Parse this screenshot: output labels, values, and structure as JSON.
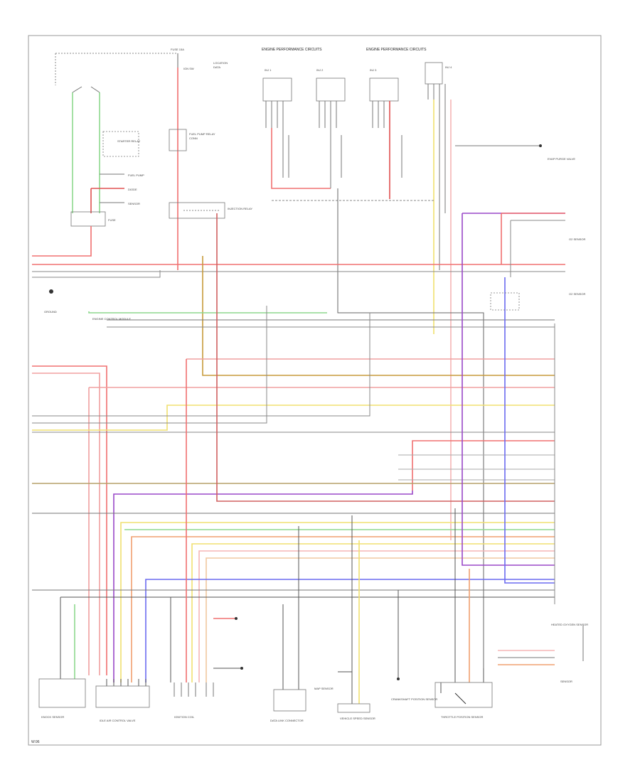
{
  "diagram": {
    "header_left": "ENGINE PERFORMANCE CIRCUITS",
    "header_right": "ENGINE PERFORMANCE CIRCUITS",
    "footer_ref": "W:96",
    "components": {
      "fuse_top": "FUSE 15A",
      "starter_relay": "STARTER RELAY",
      "fuel_pump_relay": "FUEL PUMP RELAY",
      "injection_relay": "INJECTION RELAY",
      "inj1": "INJ 1",
      "inj2": "INJ 2",
      "inj3": "INJ 3",
      "inj4": "INJ 4",
      "ignition_coil": "IGNITION COIL",
      "data_link": "DATA LINK CONNECTOR",
      "ecm": "ENGINE CONTROL MODULE",
      "oxygen_sensor": "HEATED OXYGEN SENSOR",
      "idle_air": "IDLE AIR CONTROL VALVE",
      "map_sensor": "MAP SENSOR",
      "knock_sensor": "KNOCK SENSOR",
      "speed_sensor": "VEHICLE SPEED SENSOR",
      "crank_sensor": "CRANKSHAFT POSITION SENSOR",
      "tps": "THROTTLE POSITION SENSOR",
      "evap_valve": "EVAP PURGE VALVE",
      "ground": "GROUND"
    }
  }
}
